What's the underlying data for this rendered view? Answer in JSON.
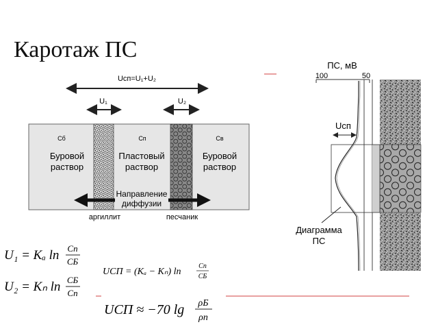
{
  "title": "Каротаж ПС",
  "left_diagram": {
    "top_arrow_label": "Uсп=U₁+U₂",
    "u1_label": "U₁",
    "u2_label": "U₂",
    "zone_left_sub": "Cб",
    "zone_left_label_1": "Буровой",
    "zone_left_label_2": "раствор",
    "zone_mid_sub": "Cп",
    "zone_mid_label_1": "Пластовый",
    "zone_mid_label_2": "раствор",
    "zone_right_sub": "Cв",
    "zone_right_label_1": "Буровой",
    "zone_right_label_2": "раствор",
    "diffusion_label_1": "Направление",
    "diffusion_label_2": "диффузии",
    "clay_label": "аргиллит",
    "sand_label": "песчаник"
  },
  "right_diagram": {
    "axis_title": "ПС, мВ",
    "tick_100": "100",
    "tick_50": "50",
    "usp_label": "Uсп",
    "caption_1": "Диаграмма",
    "caption_2": "ПС"
  },
  "formulas": {
    "f1_lhs": "U₁ = Kₐ ln",
    "f1_num": "Cп",
    "f1_den": "CБ",
    "f2_lhs": "U₂ = Kₙ ln",
    "f2_num": "CБ",
    "f2_den": "Cп",
    "f3_lhs": "UСП = (Kₐ − Kₙ) ln",
    "f3_num": "Cп",
    "f3_den": "CБ",
    "f4_lhs": "UСП ≈ −70 lg",
    "f4_num": "ρБ",
    "f4_den": "ρп"
  },
  "colors": {
    "accent_line": "#d04040",
    "text": "#222222"
  }
}
